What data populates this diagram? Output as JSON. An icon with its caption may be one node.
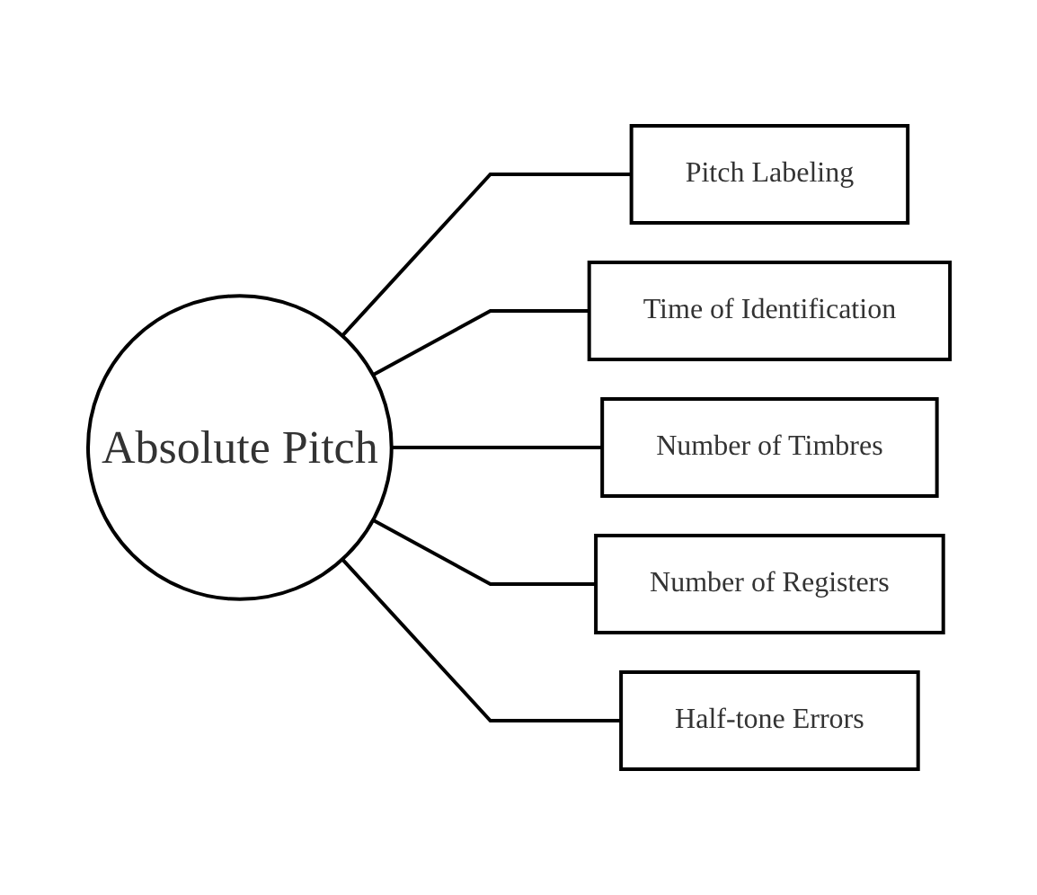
{
  "diagram": {
    "nodes": [
      {
        "text": [
          "Absolute Pitch"
        ]
      },
      {
        "text": [
          "Pitch Labeling"
        ]
      },
      {
        "text": [
          "Time of Identification"
        ]
      },
      {
        "text": [
          "Number of Timbres"
        ]
      },
      {
        "text": [
          "Number of Registers"
        ]
      },
      {
        "text": [
          "Half-tone Errors"
        ]
      }
    ],
    "edges": [
      {
        "from": 0,
        "to": 1,
        "arrow": "none"
      },
      {
        "from": 0,
        "to": 2,
        "arrow": "none"
      },
      {
        "from": 0,
        "to": 3,
        "arrow": "none"
      },
      {
        "from": 0,
        "to": 4,
        "arrow": "none"
      },
      {
        "from": 0,
        "to": 5,
        "arrow": "none"
      }
    ]
  }
}
